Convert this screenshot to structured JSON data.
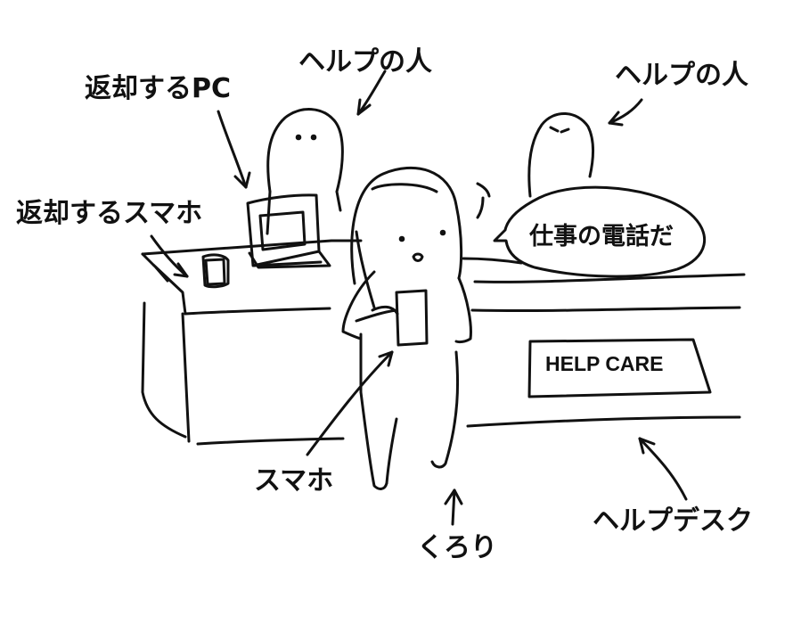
{
  "labels": {
    "help_person_left": "ヘルプの人",
    "help_person_right": "ヘルプの人",
    "return_pc": "返却するPC",
    "return_phone": "返却するスマホ",
    "smartphone": "スマホ",
    "kurori": "くろり",
    "helpdesk": "ヘルプデスク"
  },
  "speech_bubble": {
    "text": "仕事の電話だ"
  },
  "sign": {
    "text": "HELP CARE"
  },
  "colors": {
    "ink": "#111111",
    "paper": "#ffffff"
  }
}
